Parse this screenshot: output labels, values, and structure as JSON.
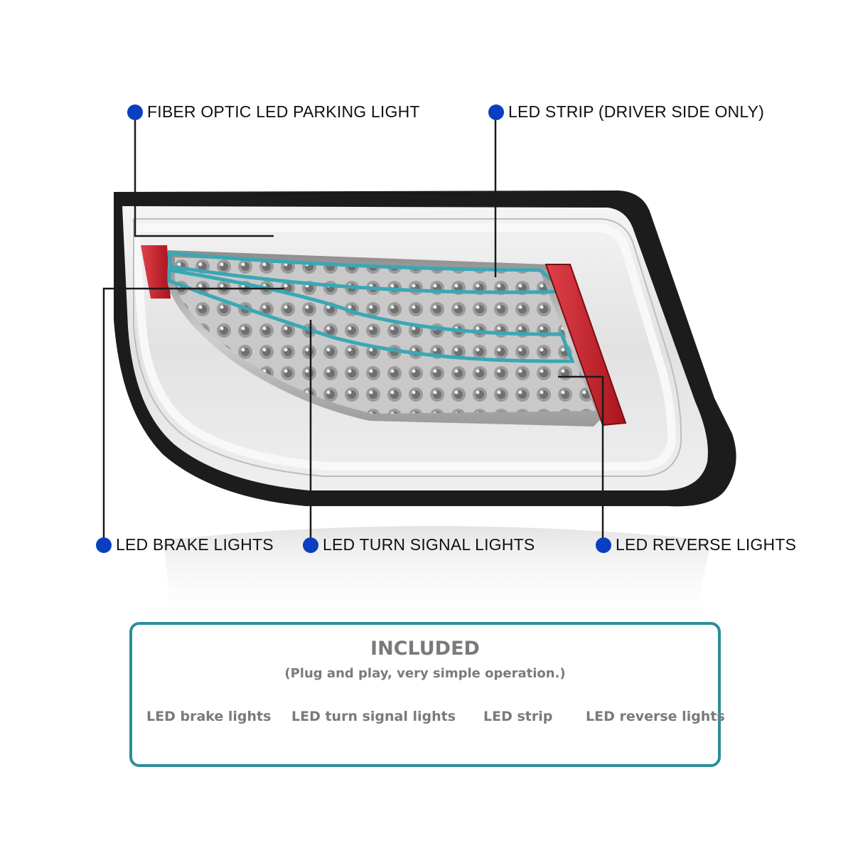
{
  "callouts": {
    "parking": "FIBER OPTIC LED PARKING LIGHT",
    "strip": "LED STRIP (DRIVER SIDE ONLY)",
    "brake": "LED BRAKE LIGHTS",
    "turn": "LED TURN SIGNAL LIGHTS",
    "reverse": "LED REVERSE  LIGHTS"
  },
  "included": {
    "title": "INCLUDED",
    "subtitle": "(Plug and play, very simple operation.)",
    "items": [
      "LED brake lights",
      "LED turn signal lights",
      "LED strip",
      "LED reverse lights"
    ]
  },
  "colors": {
    "dot": "#0a3fbf",
    "box_border": "#2a8f98",
    "strip_outline": "#3aa7b5",
    "reflector": "#c4222a",
    "housing": "#1c1c1c"
  }
}
